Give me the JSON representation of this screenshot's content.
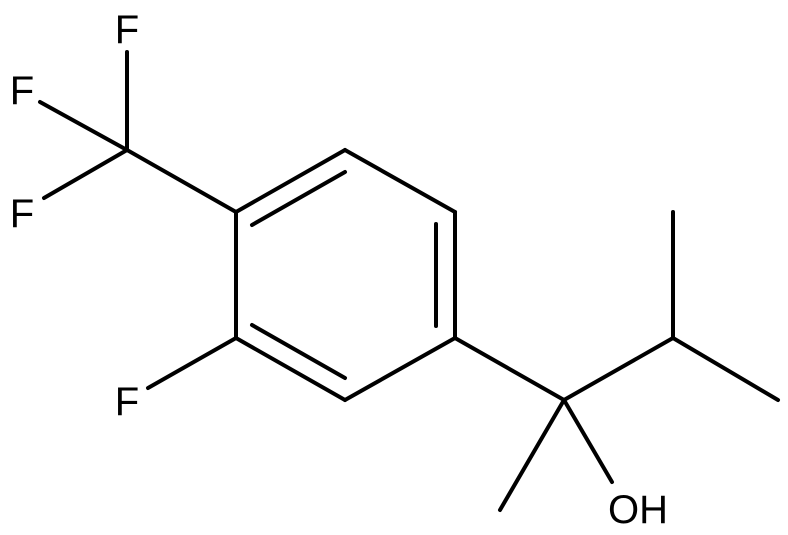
{
  "molecule": {
    "atom_labels": {
      "f_top": "F",
      "f_left": "F",
      "f_lower": "F",
      "f_ring": "F",
      "hydroxyl": "OH"
    },
    "bond_color": "#000000",
    "background_color": "#ffffff"
  }
}
